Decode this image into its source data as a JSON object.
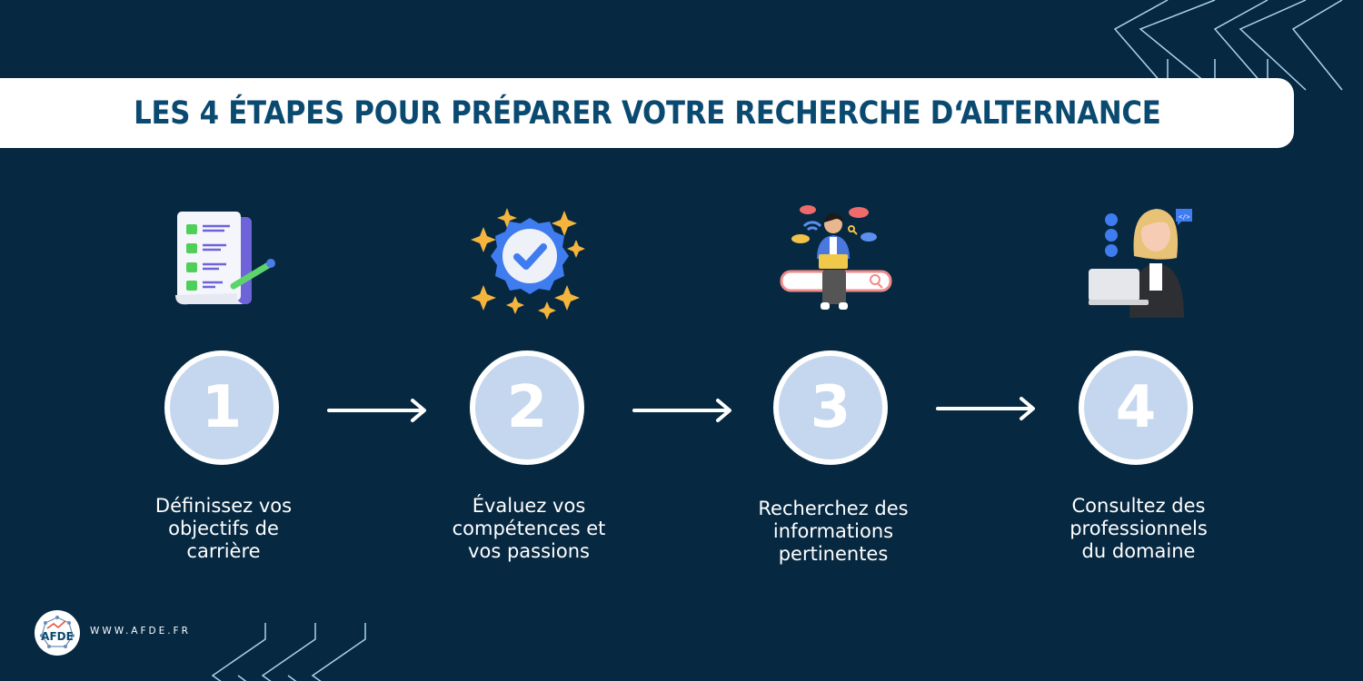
{
  "title": "LES 4 ÉTAPES POUR PRÉPARER VOTRE RECHERCHE D‘ALTERNANCE",
  "steps": [
    {
      "number": "1",
      "label_lines": [
        "Définissez vos",
        "objectifs de",
        "carrière"
      ],
      "illustration": "checklist-icon"
    },
    {
      "number": "2",
      "label_lines": [
        "Évaluez vos",
        "compétences et",
        "vos passions"
      ],
      "illustration": "verified-badge-icon"
    },
    {
      "number": "3",
      "label_lines": [
        "Recherchez des",
        "informations",
        "pertinentes"
      ],
      "illustration": "person-searching-icon"
    },
    {
      "number": "4",
      "label_lines": [
        "Consultez des",
        "professionnels",
        "du domaine"
      ],
      "illustration": "professional-with-laptop-icon"
    }
  ],
  "footer": {
    "logo_text": "AFDE",
    "website": "WWW.AFDE.FR"
  },
  "colors": {
    "background": "#062841",
    "title_text": "#0b4a70",
    "circle_fill": "#c5d7ee",
    "accent_line": "#a9d3f0"
  }
}
